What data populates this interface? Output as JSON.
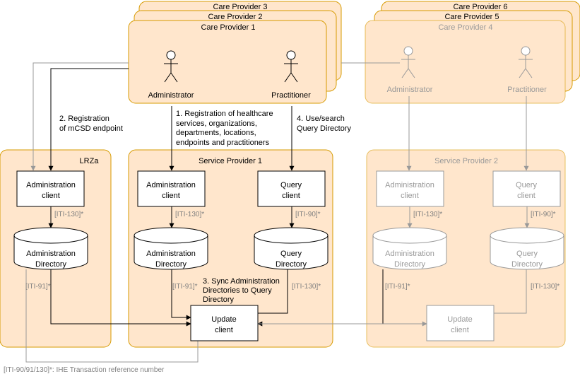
{
  "colors": {
    "box_fill": "#FFE6CC",
    "box_stroke": "#D79B00",
    "active": "#000000",
    "inactive": "#999999"
  },
  "care_providers": {
    "cp3": "Care Provider 3",
    "cp2": "Care Provider 2",
    "cp1": "Care Provider 1",
    "cp6": "Care Provider 6",
    "cp5": "Care Provider 5",
    "cp4": "Care Provider 4"
  },
  "actors": {
    "cp1_admin": "Administrator",
    "cp1_practitioner": "Practitioner",
    "cp4_admin": "Administrator",
    "cp4_practitioner": "Practitioner"
  },
  "groups": {
    "lrza": "LRZa",
    "sp1": "Service Provider 1",
    "sp2": "Service Provider 2"
  },
  "components": {
    "lrza_admin_client": [
      "Administration",
      "client"
    ],
    "lrza_admin_dir": [
      "Administration",
      "Directory"
    ],
    "sp1_admin_client": [
      "Administration",
      "client"
    ],
    "sp1_query_client": [
      "Query",
      "client"
    ],
    "sp1_admin_dir": [
      "Administration",
      "Directory"
    ],
    "sp1_query_dir": [
      "Query",
      "Directory"
    ],
    "sp1_update_client": [
      "Update",
      "client"
    ],
    "sp2_admin_client": [
      "Administration",
      "client"
    ],
    "sp2_query_client": [
      "Query",
      "client"
    ],
    "sp2_admin_dir": [
      "Administration",
      "Directory"
    ],
    "sp2_query_dir": [
      "Query",
      "Directory"
    ],
    "sp2_update_client": [
      "Update",
      "client"
    ]
  },
  "steps": {
    "step1": [
      "1. Registration of healthcare",
      "services, organizations,",
      "departments, locations,",
      "endpoints and practitioners"
    ],
    "step2": [
      "2. Registration",
      "of mCSD endpoint"
    ],
    "step3": [
      "3. Sync Administration",
      "Directories to Query",
      "Directory"
    ],
    "step4": [
      "4. Use/search",
      "Query Directory"
    ]
  },
  "transactions": {
    "iti130": "[ITI-130]*",
    "iti90": "[ITI-90]*",
    "iti91": "[ITI-91]*"
  },
  "footnote": "[ITI-90/91/130]*: IHE Transaction reference number"
}
